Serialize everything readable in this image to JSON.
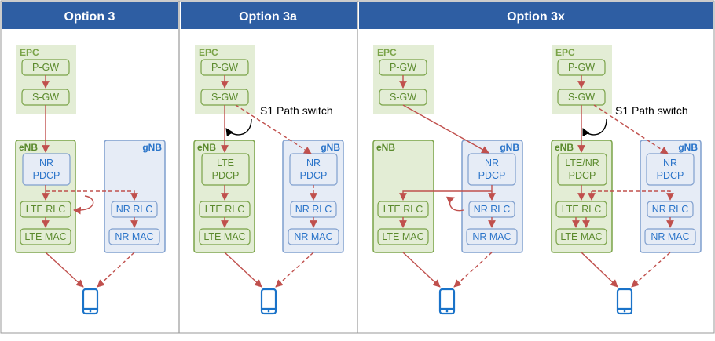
{
  "columns": [
    {
      "title": "Option 3",
      "epc": {
        "label": "EPC",
        "pgw": "P-GW",
        "sgw": "S-GW"
      },
      "enb": {
        "label": "eNB",
        "pdcp": [
          "NR",
          "PDCP"
        ],
        "rlc": "LTE RLC",
        "mac": "LTE MAC"
      },
      "gnb": {
        "label": "gNB",
        "rlc": "NR RLC",
        "mac": "NR MAC"
      }
    },
    {
      "title": "Option 3a",
      "note": "S1 Path switch",
      "epc": {
        "label": "EPC",
        "pgw": "P-GW",
        "sgw": "S-GW"
      },
      "enb": {
        "label": "eNB",
        "pdcp": [
          "LTE",
          "PDCP"
        ],
        "rlc": "LTE RLC",
        "mac": "LTE MAC"
      },
      "gnb": {
        "label": "gNB",
        "pdcp": [
          "NR",
          "PDCP"
        ],
        "rlc": "NR RLC",
        "mac": "NR MAC"
      }
    },
    {
      "title": "Option 3x",
      "left": {
        "epc": {
          "label": "EPC",
          "pgw": "P-GW",
          "sgw": "S-GW"
        },
        "enb": {
          "label": "eNB",
          "rlc": "LTE RLC",
          "mac": "LTE MAC"
        },
        "gnb": {
          "label": "gNB",
          "pdcp": [
            "NR",
            "PDCP"
          ],
          "rlc": "NR RLC",
          "mac": "NR MAC"
        }
      },
      "right": {
        "note": "S1 Path switch",
        "epc": {
          "label": "EPC",
          "pgw": "P-GW",
          "sgw": "S-GW"
        },
        "enb": {
          "label": "eNB",
          "pdcp": [
            "LTE/NR",
            "PDCP"
          ],
          "rlc": "LTE RLC",
          "mac": "LTE MAC"
        },
        "gnb": {
          "label": "gNB",
          "pdcp": [
            "NR",
            "PDCP"
          ],
          "rlc": "NR RLC",
          "mac": "NR MAC"
        }
      }
    }
  ],
  "colors": {
    "header": "#2e5ea3",
    "lte_fill": "#e3edd5",
    "lte_stroke": "#7aa348",
    "lte_text": "#5b8a2d",
    "nr_fill": "#e6ecf6",
    "nr_stroke": "#7f9fce",
    "nr_text": "#2a74c9",
    "arrow": "#c0504d",
    "phone": "#1a73c9"
  }
}
